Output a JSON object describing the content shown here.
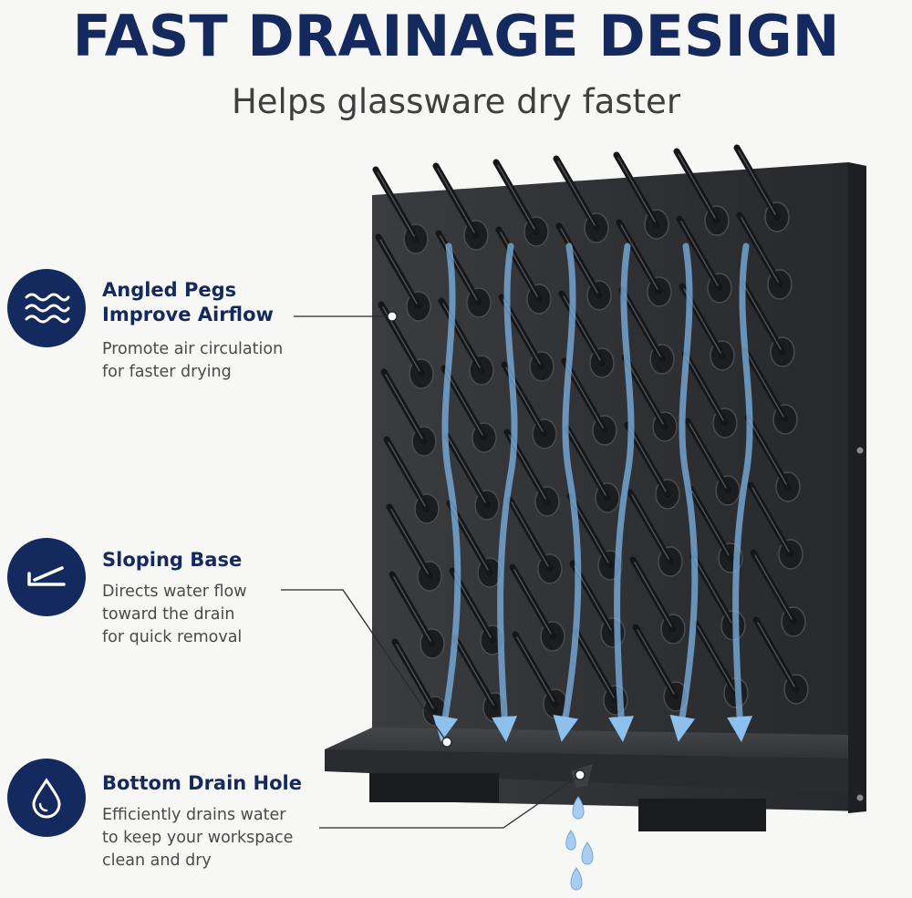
{
  "header": {
    "title": "FAST DRAINAGE DESIGN",
    "subtitle": "Helps glassware dry faster"
  },
  "features": [
    {
      "icon": "airflow-icon",
      "title_lines": [
        "Angled Pegs",
        "Improve Airflow"
      ],
      "desc_lines": [
        "Promote air circulation",
        "for faster drying"
      ]
    },
    {
      "icon": "sloping-base-icon",
      "title_lines": [
        "Sloping Base"
      ],
      "desc_lines": [
        "Directs water flow",
        "toward the drain",
        "for quick removal"
      ]
    },
    {
      "icon": "water-drop-icon",
      "title_lines": [
        "Bottom Drain Hole"
      ],
      "desc_lines": [
        "Efficiently drains water",
        "to keep your workspace",
        "clean and dry"
      ]
    }
  ],
  "colors": {
    "brand_navy": "#14295e",
    "rack_body": "#2e3033",
    "water_arrow": "#7fb4e6",
    "text_gray": "#4a4a4a"
  },
  "product": {
    "peg_rows": 8,
    "peg_columns": 7
  }
}
